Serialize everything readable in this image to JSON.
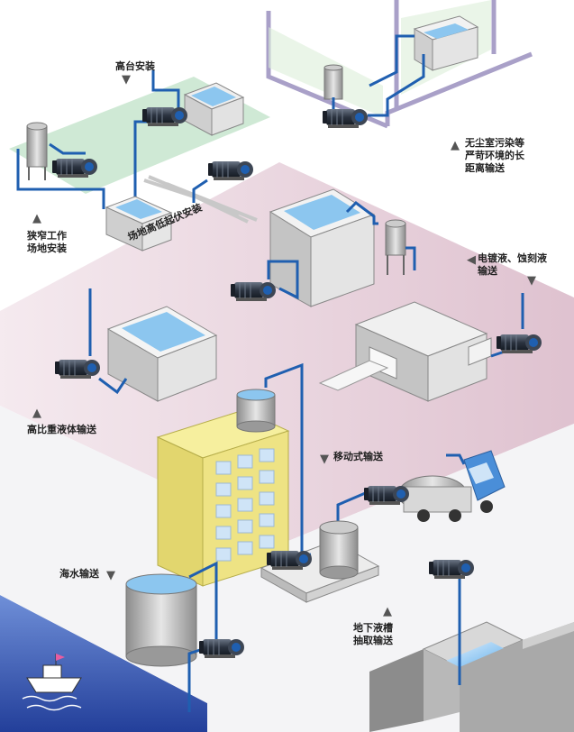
{
  "labels": {
    "high_platform": "高台安装",
    "cleanroom_l1": "无尘室污染等",
    "cleanroom_l2": "严苛环境的长",
    "cleanroom_l3": "距离输送",
    "narrow_l1": "狭窄工作",
    "narrow_l2": "场地安装",
    "uneven": "场地高低起伏安装",
    "plating_l1": "电镀液、蚀刻液",
    "plating_l2": "输送",
    "heavy": "高比重液体输送",
    "mobile": "移动式输送",
    "seawater": "海水输送",
    "underground_l1": "地下液槽",
    "underground_l2": "抽取输送"
  },
  "colors": {
    "pipe": "#1f5fb0",
    "pump_body": "#2b3340",
    "building": "#ece28a",
    "pink_band": "#ead7e0",
    "green_zone": "#cfe9d5",
    "sea": "#2f4fa8"
  }
}
